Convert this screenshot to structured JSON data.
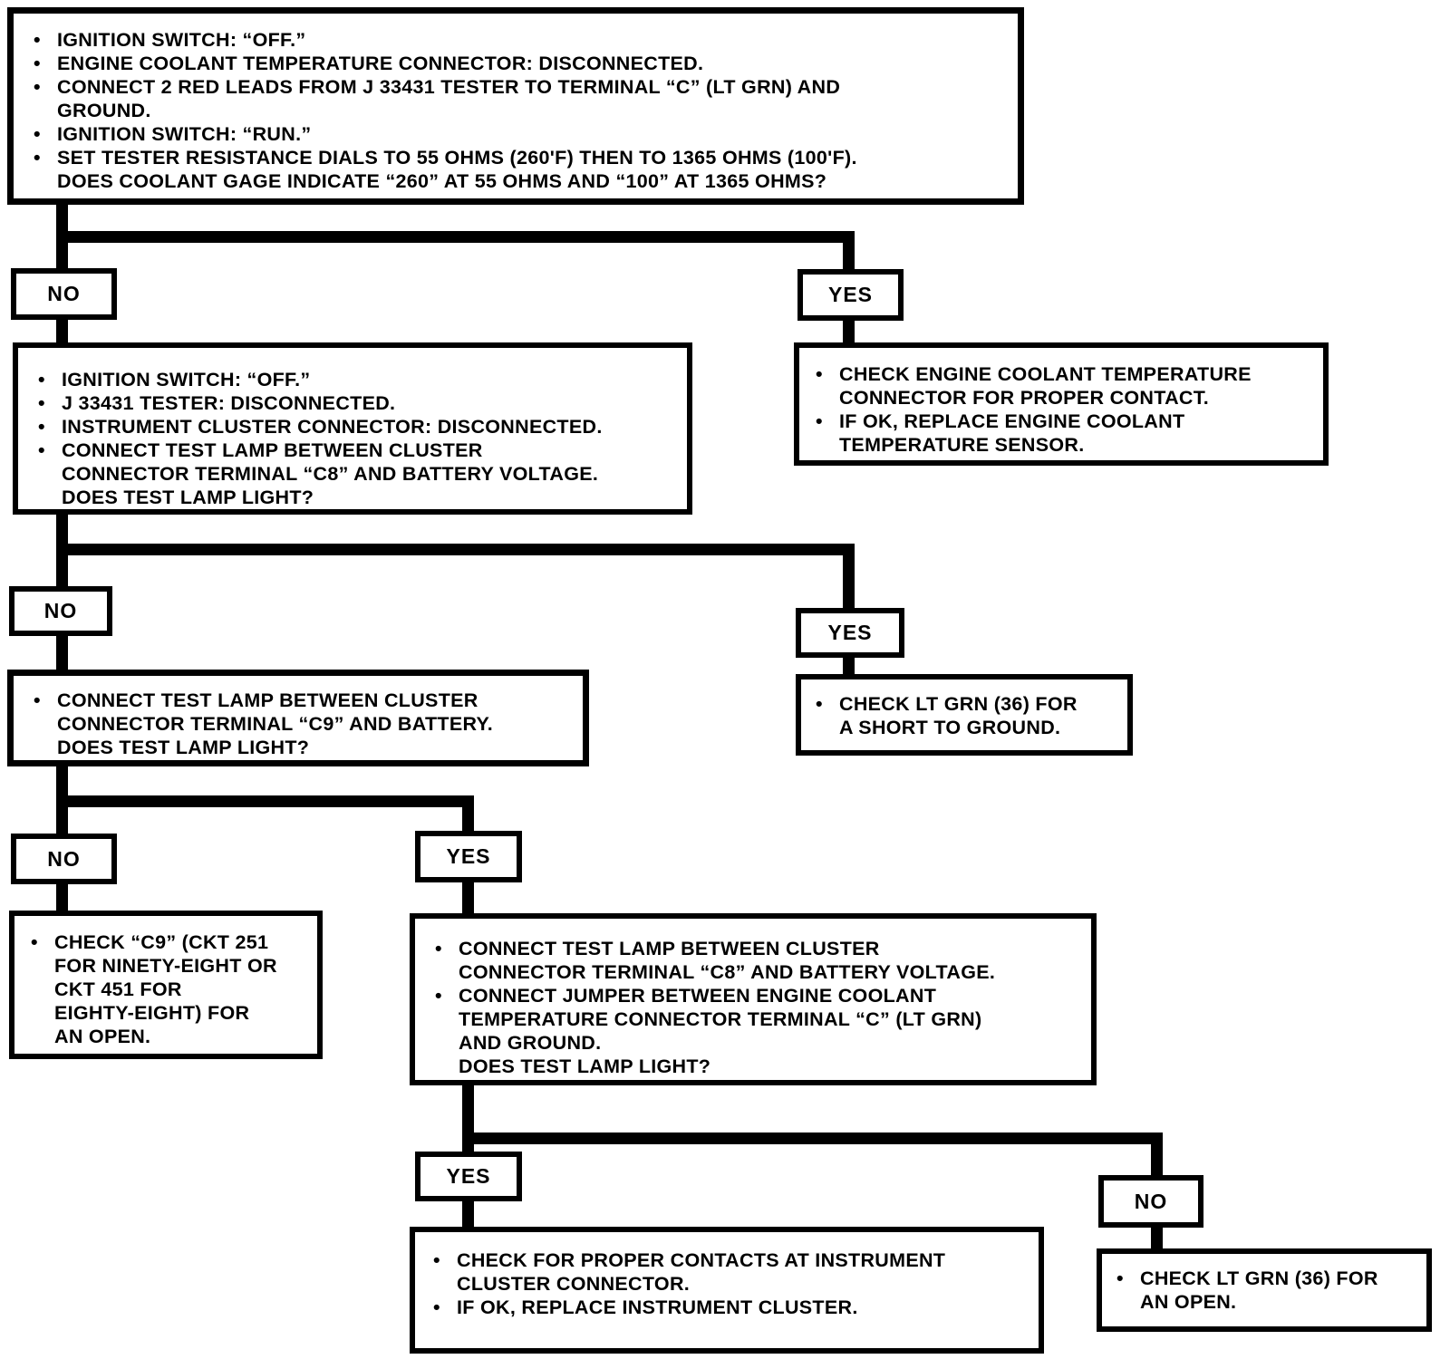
{
  "glyphs": {
    "bullet": "•"
  },
  "colors": {
    "line": "#000000",
    "background": "#ffffff",
    "text": "#000000"
  },
  "decisions": [
    {
      "left": "NO",
      "right": "YES"
    },
    {
      "left": "NO",
      "right": "YES"
    },
    {
      "left": "NO",
      "right": "YES"
    },
    {
      "left": "YES",
      "right": "NO"
    }
  ],
  "boxes": {
    "start": {
      "bullets": [
        "IGNITION SWITCH: “OFF.”",
        "ENGINE COOLANT TEMPERATURE CONNECTOR: DISCONNECTED.",
        "CONNECT 2 RED LEADS FROM J 33431 TESTER TO TERMINAL “C” (LT GRN) AND\nGROUND.",
        "IGNITION SWITCH: “RUN.”",
        "SET TESTER RESISTANCE DIALS TO 55 OHMS (260'F) THEN TO 1365 OHMS (100'F).\nDOES COOLANT GAGE INDICATE “260” AT 55 OHMS AND “100” AT 1365 OHMS?"
      ]
    },
    "test_lamp_c8": {
      "bullets": [
        "IGNITION SWITCH: “OFF.”",
        "J 33431 TESTER: DISCONNECTED.",
        "INSTRUMENT CLUSTER CONNECTOR: DISCONNECTED.",
        "CONNECT TEST LAMP BETWEEN CLUSTER\nCONNECTOR TERMINAL “C8” AND BATTERY VOLTAGE.\nDOES TEST LAMP LIGHT?"
      ]
    },
    "check_ect_connector": {
      "bullets": [
        "CHECK ENGINE COOLANT TEMPERATURE\nCONNECTOR FOR PROPER CONTACT.",
        "IF OK, REPLACE ENGINE COOLANT\nTEMPERATURE SENSOR."
      ]
    },
    "test_lamp_c9": {
      "bullets": [
        "CONNECT TEST LAMP BETWEEN CLUSTER\nCONNECTOR TERMINAL “C9” AND BATTERY.\nDOES TEST LAMP LIGHT?"
      ]
    },
    "check_short_to_ground": {
      "bullets": [
        "CHECK LT GRN (36) FOR\nA SHORT TO GROUND."
      ]
    },
    "check_c9_open": {
      "bullets": [
        "CHECK “C9” (CKT 251\nFOR NINETY-EIGHT OR\nCKT 451 FOR\nEIGHTY-EIGHT) FOR\nAN OPEN."
      ]
    },
    "jumper_test": {
      "bullets": [
        "CONNECT TEST LAMP BETWEEN CLUSTER\nCONNECTOR TERMINAL “C8” AND BATTERY VOLTAGE.",
        "CONNECT JUMPER BETWEEN ENGINE COOLANT\nTEMPERATURE CONNECTOR TERMINAL “C” (LT GRN)\nAND GROUND.\nDOES TEST LAMP LIGHT?"
      ]
    },
    "check_cluster_contacts": {
      "bullets": [
        "CHECK FOR PROPER CONTACTS AT INSTRUMENT\nCLUSTER CONNECTOR.",
        "IF OK, REPLACE INSTRUMENT CLUSTER."
      ]
    },
    "check_lt_grn_open": {
      "bullets": [
        "CHECK LT GRN (36) FOR\nAN OPEN."
      ]
    }
  }
}
